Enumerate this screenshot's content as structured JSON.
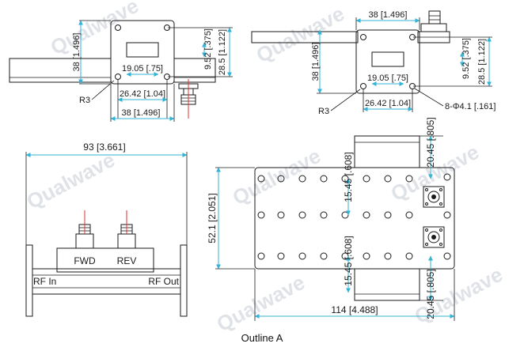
{
  "caption": "Outline A",
  "watermark": "Qualwave",
  "views": {
    "front_left": {
      "dim_height": "38 [1.496]",
      "dim_bolt_v": "9.52 [.375]",
      "dim_outer_v": "28.5 [1.122]",
      "dim_inner_w": "19.05 [.75]",
      "dim_outer_w": "26.42 [1.04]",
      "dim_width": "38 [1.496]",
      "radius": "R3"
    },
    "front_right": {
      "dim_width_top": "38 [1.496]",
      "dim_height": "38 [1.496]",
      "dim_bolt_v": "9.52 [.375]",
      "dim_outer_v": "28.5 [1.122]",
      "dim_inner_w": "19.05 [.75]",
      "dim_outer_w": "26.42 [1.04]",
      "radius": "R3",
      "holes": "8-Φ4.1 [.161]"
    },
    "side": {
      "dim_length": "93 [3.661]",
      "port_fwd": "FWD",
      "port_rev": "REV",
      "rf_in": "RF In",
      "rf_out": "RF Out"
    },
    "top": {
      "dim_height": "52.1 [2.051]",
      "dim_offset_top": "15.45 [.608]",
      "dim_offset_bottom": "15.45 [.608]",
      "dim_flange_top": "20.45 [.805]",
      "dim_flange_bottom": "20.45 [.805]",
      "dim_length": "114 [4.488]"
    }
  },
  "colors": {
    "dimension": "#33b3d6",
    "centerline": "#e53030",
    "outline": "#1a1a1a",
    "watermark": "#dfe3e7"
  }
}
